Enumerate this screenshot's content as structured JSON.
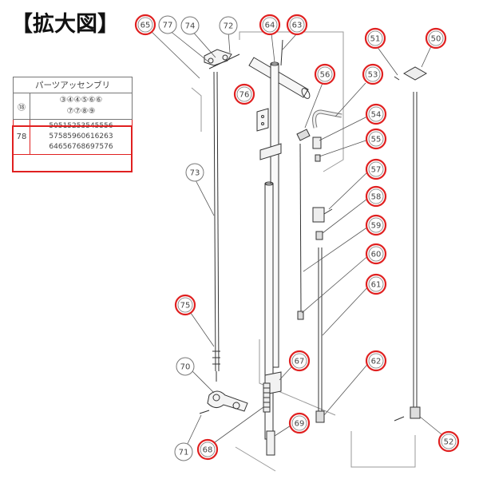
{
  "title": "【拡大図】",
  "parts_table": {
    "header": "パーツアッセンブリ",
    "rows": [
      {
        "label": "⑱",
        "lines": [
          "③④④⑤⑥⑥",
          "⑦⑦⑧⑨"
        ]
      },
      {
        "label": "78",
        "lines": [
          "50515253545556",
          "57585960616263",
          "64656768697576"
        ]
      }
    ]
  },
  "callouts": [
    {
      "id": "65",
      "label": "65",
      "highlighted": true
    },
    {
      "id": "77",
      "label": "77",
      "highlighted": false
    },
    {
      "id": "74",
      "label": "74",
      "highlighted": false
    },
    {
      "id": "72",
      "label": "72",
      "highlighted": false
    },
    {
      "id": "64",
      "label": "64",
      "highlighted": true
    },
    {
      "id": "63",
      "label": "63",
      "highlighted": true
    },
    {
      "id": "51",
      "label": "51",
      "highlighted": true
    },
    {
      "id": "50",
      "label": "50",
      "highlighted": true
    },
    {
      "id": "56",
      "label": "56",
      "highlighted": true
    },
    {
      "id": "53",
      "label": "53",
      "highlighted": true
    },
    {
      "id": "76",
      "label": "76",
      "highlighted": true
    },
    {
      "id": "54",
      "label": "54",
      "highlighted": true
    },
    {
      "id": "55",
      "label": "55",
      "highlighted": true
    },
    {
      "id": "73",
      "label": "73",
      "highlighted": false
    },
    {
      "id": "57",
      "label": "57",
      "highlighted": true
    },
    {
      "id": "58",
      "label": "58",
      "highlighted": true
    },
    {
      "id": "59",
      "label": "59",
      "highlighted": true
    },
    {
      "id": "60",
      "label": "60",
      "highlighted": true
    },
    {
      "id": "61",
      "label": "61",
      "highlighted": true
    },
    {
      "id": "75",
      "label": "75",
      "highlighted": true
    },
    {
      "id": "70",
      "label": "70",
      "highlighted": false
    },
    {
      "id": "67",
      "label": "67",
      "highlighted": true
    },
    {
      "id": "62",
      "label": "62",
      "highlighted": true
    },
    {
      "id": "69",
      "label": "69",
      "highlighted": true
    },
    {
      "id": "71",
      "label": "71",
      "highlighted": false
    },
    {
      "id": "68",
      "label": "68",
      "highlighted": true
    },
    {
      "id": "52",
      "label": "52",
      "highlighted": true
    }
  ],
  "colors": {
    "highlight": "#e02020",
    "normal": "#777777",
    "line": "#333333"
  }
}
